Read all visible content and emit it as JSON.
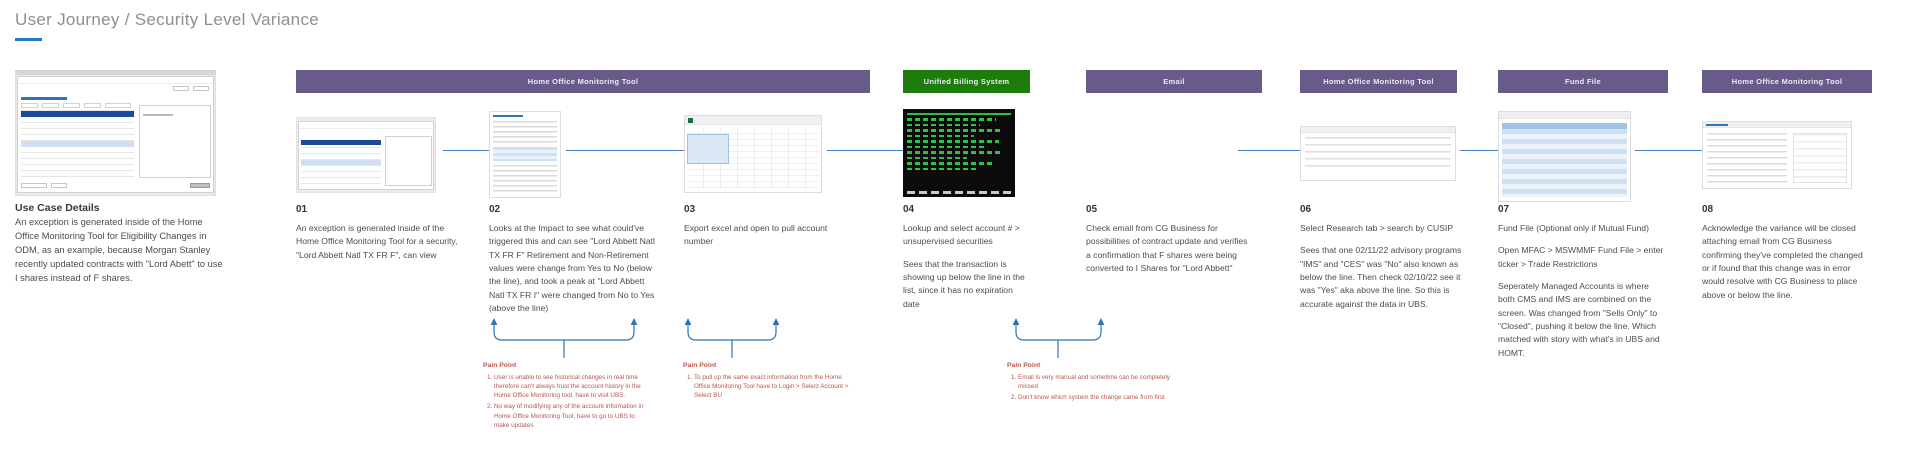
{
  "page": {
    "title": "User Journey / Security Level Variance"
  },
  "use_case": {
    "heading": "Use Case Details",
    "body": "An exception is generated inside of the Home Office Monitoring Tool for Eligibility Changes in ODM, as an example, because Morgan Stanley recently updated contracts with \"Lord Abett\" to use I shares instead of F shares."
  },
  "system_bars": [
    {
      "label": "Home Office Monitoring Tool",
      "color": "#685a89"
    },
    {
      "label": "Unified Billing System",
      "color": "#1c7d0c"
    },
    {
      "label": "Email",
      "color": "#685a89"
    },
    {
      "label": "Home Office Monitoring Tool",
      "color": "#685a89"
    },
    {
      "label": "Fund File",
      "color": "#685a89"
    },
    {
      "label": "Home Office Monitoring Tool",
      "color": "#685a89"
    }
  ],
  "steps": [
    {
      "number": "01",
      "paragraphs": [
        "An exception is generated inside of the Home Office Monitoring Tool for a security, \"Lord Abbett Natl TX FR F\", can view"
      ]
    },
    {
      "number": "02",
      "paragraphs": [
        "Looks at the Impact to see what could've triggered this and can see \"Lord Abbett Natl TX FR F\" Retirement and Non-Retirement values were change from Yes to No (below the line), and took a peak at \"Lord Abbett Natl TX FR I\" were changed from No to Yes (above the line)"
      ]
    },
    {
      "number": "03",
      "paragraphs": [
        "Export excel and open to pull account number"
      ]
    },
    {
      "number": "04",
      "paragraphs": [
        "Lookup and select account # > unsupervised securities",
        "Sees that the transaction is showing up below the line in the list, since it has no expiration date"
      ]
    },
    {
      "number": "05",
      "paragraphs": [
        "Check email from CG Business for possibilities of contract update and verifies a confirmation that F shares were being converted to I Shares for \"Lord Abbett\""
      ]
    },
    {
      "number": "06",
      "paragraphs": [
        "Select Research tab > search by CUSIP",
        "Sees that one 02/11/22 advisory programs \"IMS\" and \"CES\" was \"No\" also known as below the line. Then check 02/10/22 see it was \"Yes\" aka above the line. So this is accurate against the data in UBS."
      ]
    },
    {
      "number": "07",
      "paragraphs": [
        "Fund File (Optional only if Mutual Fund)",
        "Open MFAC > MSWMMF Fund File > enter ticker > Trade Restrictions",
        "Seperately Managed Accounts is where both CMS and IMS are combined on the screen. Was changed from \"Sells Only\" to \"Closed\", pushing it below the line. Which matched with story with what's in UBS and HOMT."
      ]
    },
    {
      "number": "08",
      "paragraphs": [
        "Acknowledge the variance will be closed attaching email from CG Business confirming they've completed the changed or if found that this change was in error would resolve with CG Business to place above or below the line."
      ]
    }
  ],
  "pain_points": [
    {
      "heading": "Pain Point",
      "items": [
        "User is unable to see historical changes in real time therefore can't always trust the account history in the Home Office Monitoring tool, have to visit UBS.",
        "No way of modifying any of the account information in Home Office Monitoring Tool, have to go to UBS to make updates"
      ]
    },
    {
      "heading": "Pain Point",
      "items": [
        "To pull up the same exact information from the Home Office Monitoring Tool have to Login > Select Account > Select BU"
      ]
    },
    {
      "heading": "Pain Point",
      "items": [
        "Email is very manual and sometime can be completely missed",
        "Don't know which system the change came from first"
      ]
    }
  ],
  "colors": {
    "accent_blue": "#2e75b6",
    "connector_blue": "#3f7fbf",
    "pain_red": "#b5574d",
    "system_purple": "#685a89",
    "system_green": "#1c7d0c",
    "selected_row_blue": "#1e4a9c",
    "highlight_row_blue": "#cfe0f4"
  }
}
